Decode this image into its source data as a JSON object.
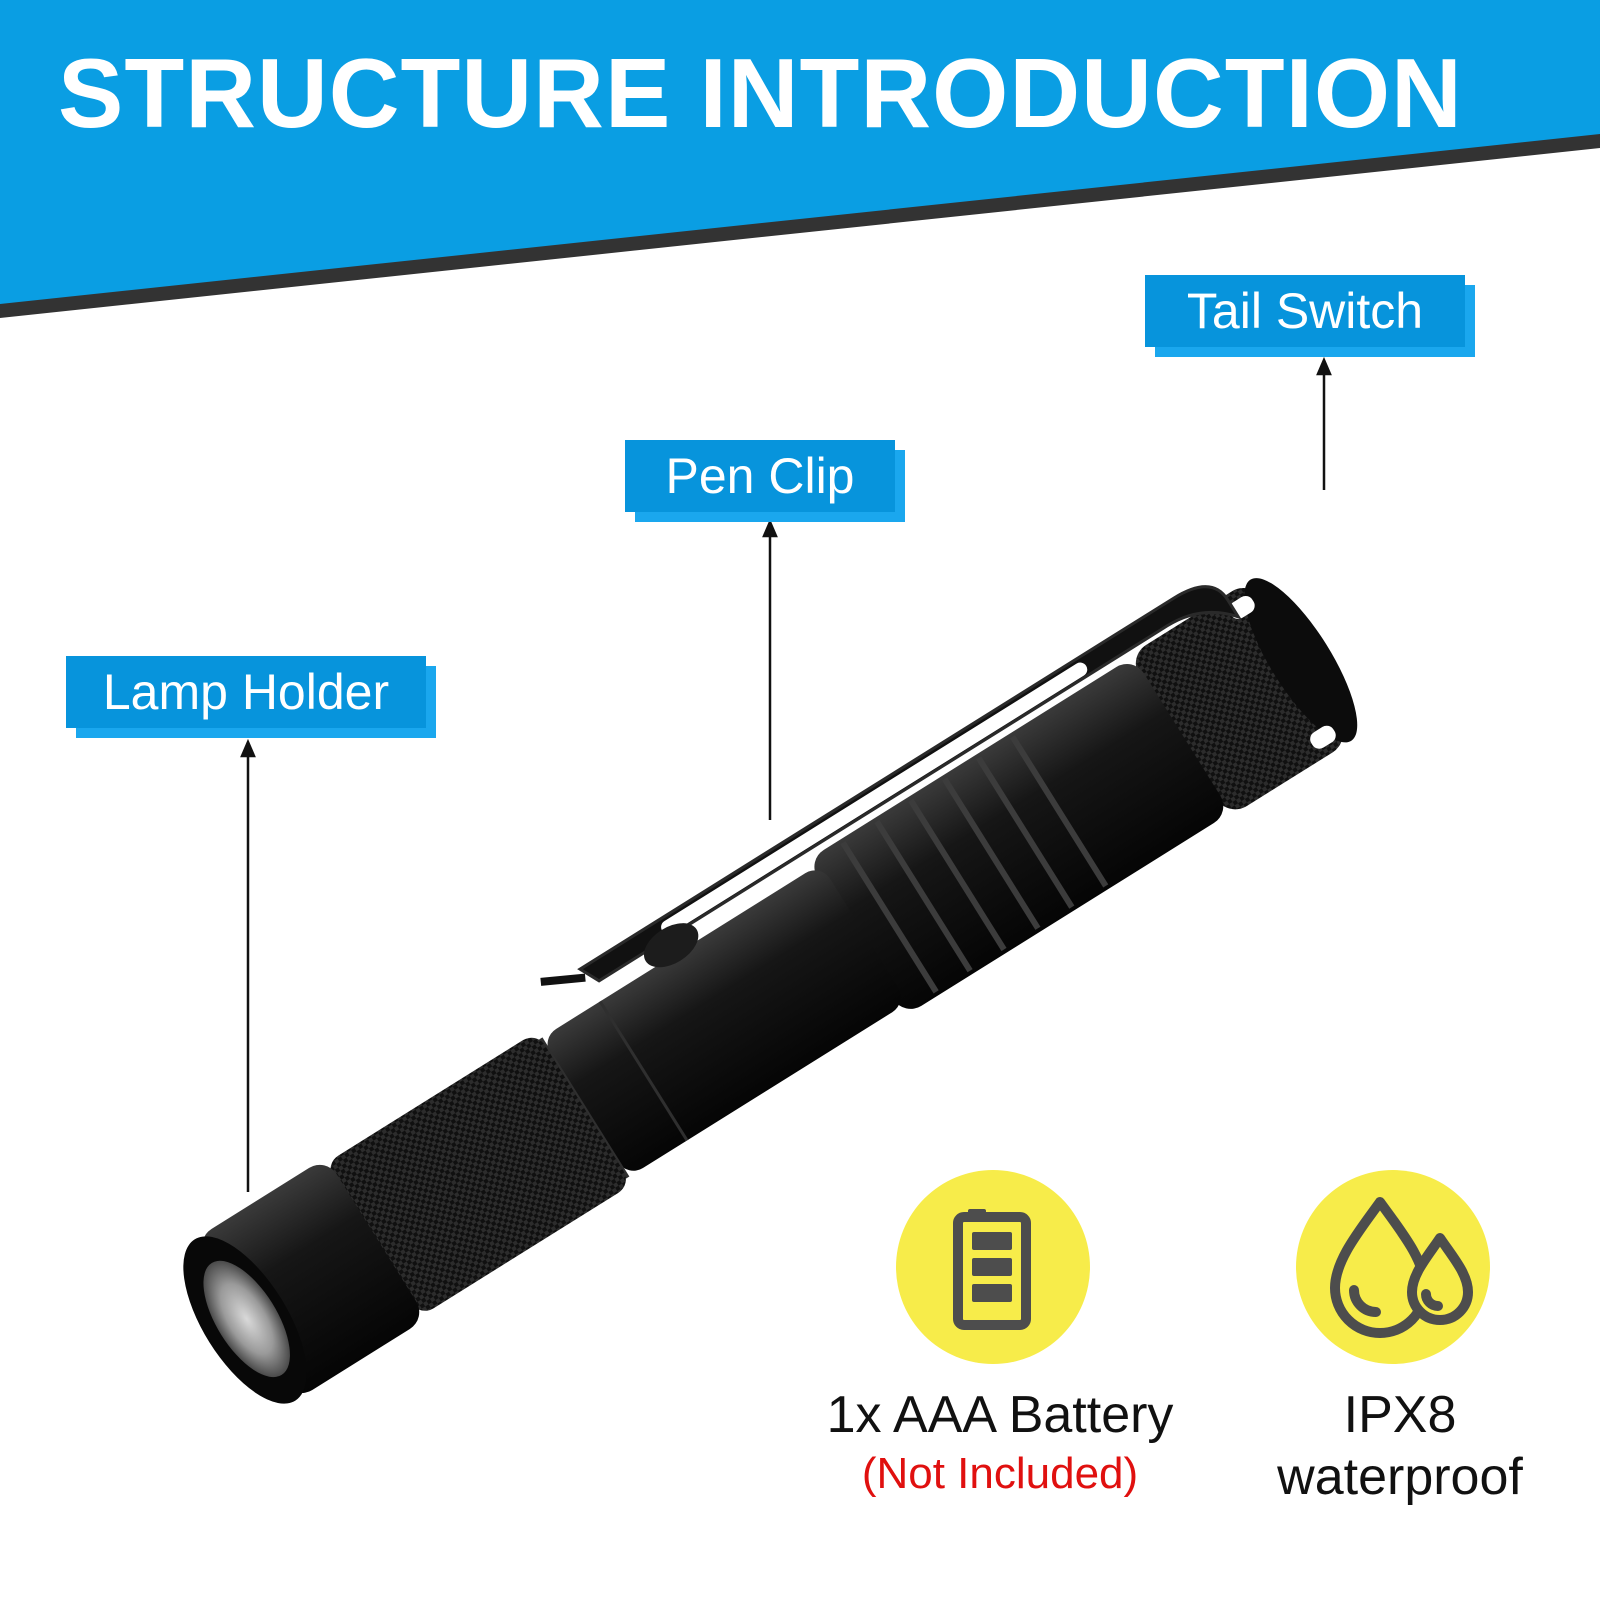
{
  "banner": {
    "title": "STRUCTURE INTRODUCTION",
    "color": "#0a9ee3",
    "stripe_color": "#333333"
  },
  "callouts": {
    "lamp_holder": "Lamp Holder",
    "pen_clip": "Pen Clip",
    "tail_switch": "Tail Switch",
    "label_color": "#0794dc"
  },
  "features": {
    "battery": {
      "icon": "battery-icon",
      "line1": "1x AAA Battery",
      "line2": "(Not Included)"
    },
    "waterproof": {
      "icon": "water-drops-icon",
      "line1": "IPX8",
      "line2": "waterproof"
    },
    "badge_color": "#f7ec4a",
    "note_color": "#e0100f"
  }
}
